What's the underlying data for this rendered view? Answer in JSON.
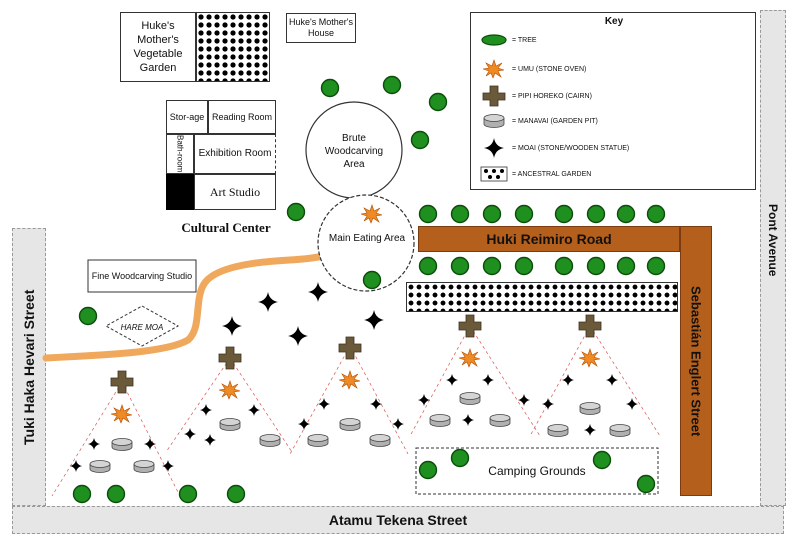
{
  "streets": {
    "west": "Tuki Haka Hevari Street",
    "south": "Atamu Tekena Street",
    "east": "Pont Avenue",
    "east_inner": "Sebastián Englert Street",
    "north_inner": "Huki Reimiro Road"
  },
  "places": {
    "veg_garden": "Huke's Mother's Vegetable Garden",
    "mothers_house": "Huke's Mother's House",
    "storage": "Stor-age",
    "reading_room": "Reading Room",
    "bathroom": "Bath-room",
    "exhibition_room": "Exhibition Room",
    "art_studio": "Art Studio",
    "cultural_center": "Cultural Center",
    "brute_woodcarving": "Brute Woodcarving Area",
    "main_eating": "Main Eating Area",
    "fine_woodcarving": "Fine Woodcarving Studio",
    "hare_moa": "HARE MOA",
    "camping": "Camping Grounds"
  },
  "key": {
    "title": "Key",
    "items": [
      {
        "icon": "tree-icon",
        "label": "= TREE"
      },
      {
        "icon": "umu-icon",
        "label": "= UMU (STONE OVEN)"
      },
      {
        "icon": "pipi-horeko-icon",
        "label": "= PIPI HOREKO (CAIRN)"
      },
      {
        "icon": "manavai-icon",
        "label": "= MANAVAI (GARDEN PIT)"
      },
      {
        "icon": "moai-icon",
        "label": "= MOAI (STONE/WOODEN STATUE)"
      },
      {
        "icon": "ancestral-garden-icon",
        "label": "= ANCESTRAL GARDEN"
      }
    ]
  },
  "colors": {
    "tree": "#1f8f1f",
    "road": "#b4601c",
    "path": "#f0a85c",
    "cairn": "#6b5a3a",
    "oven": "#f08a24"
  }
}
